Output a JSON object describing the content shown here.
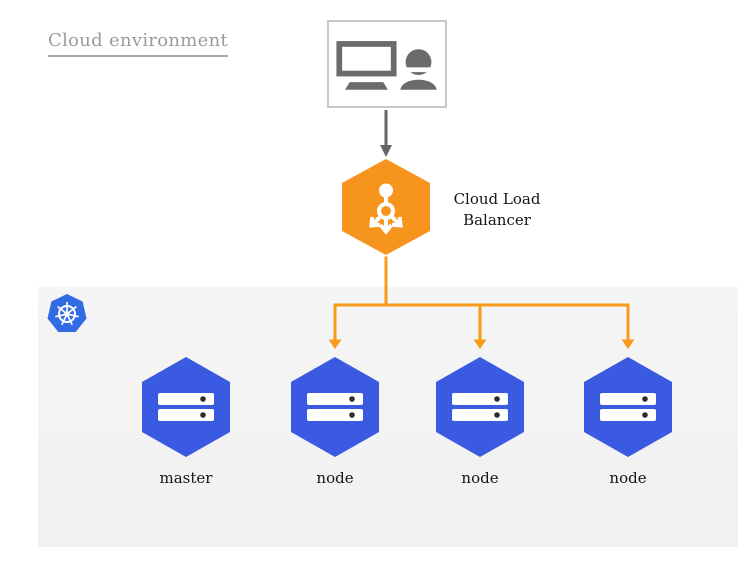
{
  "title": "Cloud environment",
  "client": {
    "icon": "user-workstation-icon"
  },
  "load_balancer": {
    "label": "Cloud Load Balancer",
    "icon": "load-balancer-icon"
  },
  "cluster": {
    "logo": "kubernetes-logo-icon",
    "node_icon": "server-icon",
    "nodes": [
      {
        "label": "master"
      },
      {
        "label": "node"
      },
      {
        "label": "node"
      },
      {
        "label": "node"
      }
    ]
  },
  "colors": {
    "accent_orange": "#F7941E",
    "connector_orange": "#F89B1B",
    "node_blue": "#3A5AE2",
    "kubernetes_blue": "#326CE5",
    "panel_gray": "#F2F2F3",
    "icon_gray": "#6B6B6B",
    "title_gray": "#9B9B9B",
    "arrow_gray": "#666666"
  }
}
